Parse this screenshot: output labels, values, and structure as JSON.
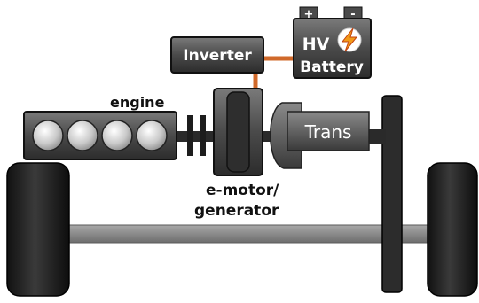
{
  "labels": {
    "inverter": "Inverter",
    "hv": "HV",
    "battery": "Battery",
    "battery_plus": "+",
    "battery_minus": "-",
    "engine": "engine",
    "trans": "Trans",
    "emotor_line1": "e-motor/",
    "emotor_line2": "generator"
  },
  "icons": {
    "battery_bolt": "lightning-bolt-icon"
  },
  "colors": {
    "box_dark": "#454545",
    "box_light": "#6b6b6b",
    "shaft": "#8c8c8c",
    "cable": "#d0692a",
    "tire": "#1e1e1e",
    "bolt": "#f29a1a",
    "text_white": "#ffffff",
    "text_dark": "#111111"
  }
}
